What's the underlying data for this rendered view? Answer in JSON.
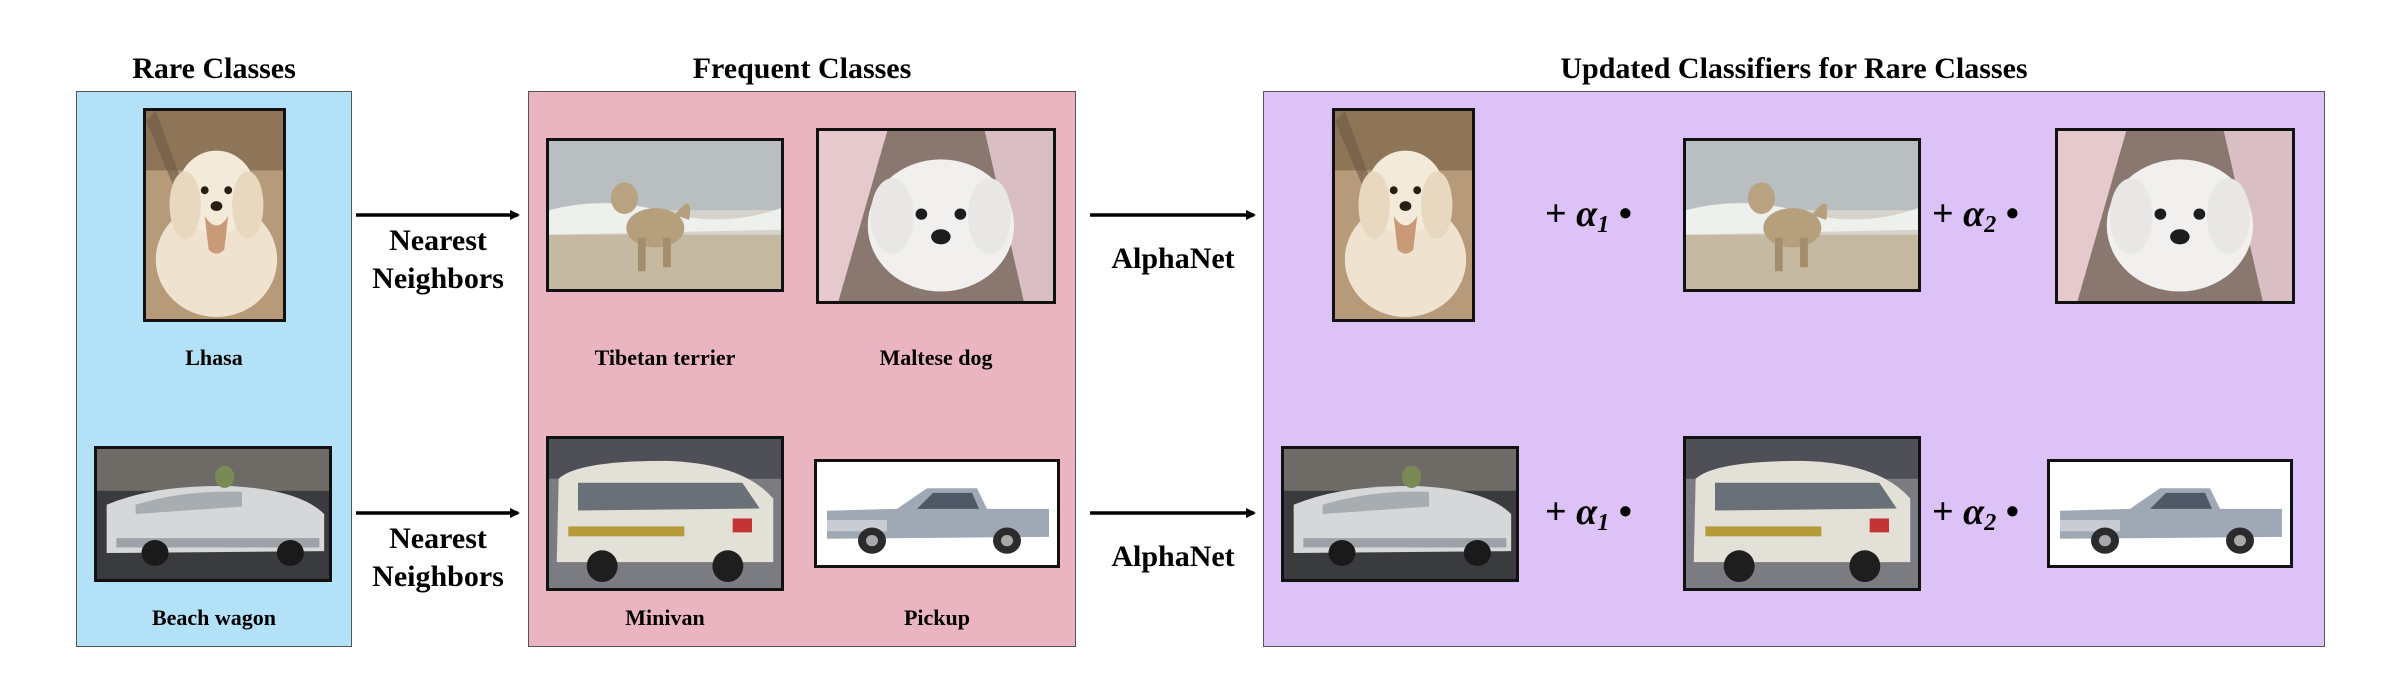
{
  "titles": {
    "rare": "Rare Classes",
    "frequent": "Frequent Classes",
    "updated": "Updated Classifiers for Rare Classes"
  },
  "arrows": {
    "nn_line1": "Nearest",
    "nn_line2": "Neighbors",
    "alphanet": "AlphaNet"
  },
  "rows": [
    {
      "rare_label": "Lhasa",
      "neighbors": [
        "Tibetan terrier",
        "Maltese dog"
      ]
    },
    {
      "rare_label": "Beach wagon",
      "neighbors": [
        "Minivan",
        "Pickup"
      ]
    }
  ],
  "operators": {
    "plus": "+",
    "alpha": "α",
    "sub1": "1",
    "sub2": "2",
    "dot": "•"
  },
  "colors": {
    "rare_panel": "#b3e1f7",
    "frequent_panel": "#ebb4c1",
    "updated_panel": "#dcc2f6"
  }
}
